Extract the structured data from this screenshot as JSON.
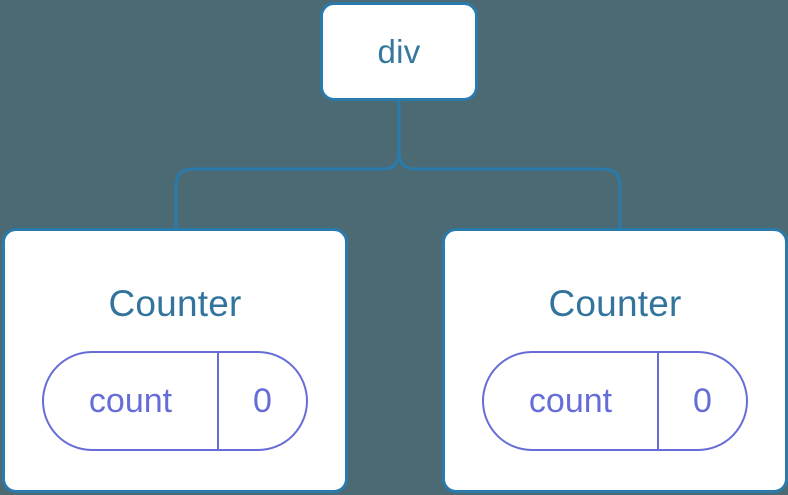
{
  "diagram": {
    "type": "component-tree",
    "background_color": "#4c6a73",
    "node_border_color": "#2a7aab",
    "node_text_color": "#33749c",
    "state_color": "#666dd6",
    "connector_color": "#2a7aab",
    "root": {
      "label": "div"
    },
    "children": [
      {
        "title": "Counter",
        "state": {
          "key": "count",
          "value": "0"
        }
      },
      {
        "title": "Counter",
        "state": {
          "key": "count",
          "value": "0"
        }
      }
    ]
  }
}
